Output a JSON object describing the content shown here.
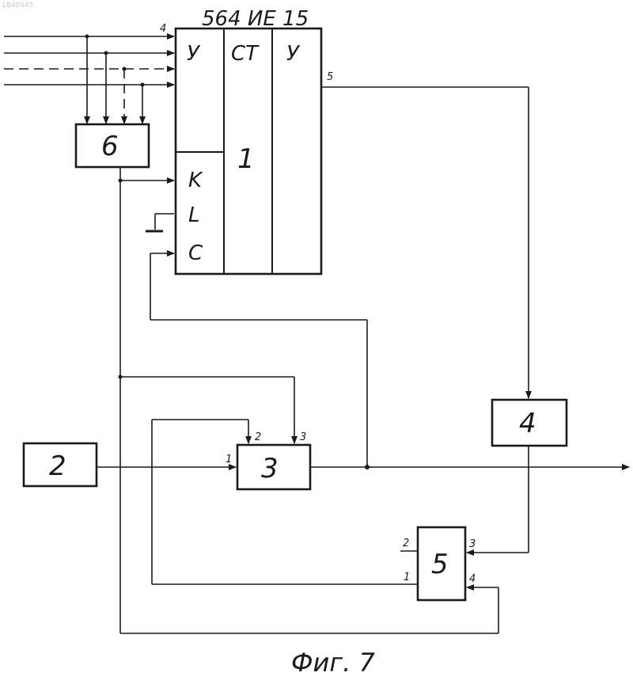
{
  "watermark": "1840045",
  "chip_title": "564 ИЕ 15",
  "chip": {
    "name": "1",
    "col_left": "У",
    "col_mid": "СТ",
    "col_right": "У",
    "inputs": [
      "K",
      "L",
      "C"
    ]
  },
  "blocks": {
    "b2": "2",
    "b3": "3",
    "b4": "4",
    "b5": "5",
    "b6": "6"
  },
  "pins": {
    "chip_in": "4",
    "chip_out": "5",
    "b3_in1": "1",
    "b3_in2": "2",
    "b3_in3": "3",
    "b5_in1": "1",
    "b5_in2": "2",
    "b5_in3": "3",
    "b5_in4": "4"
  },
  "caption": "Фиг. 7"
}
